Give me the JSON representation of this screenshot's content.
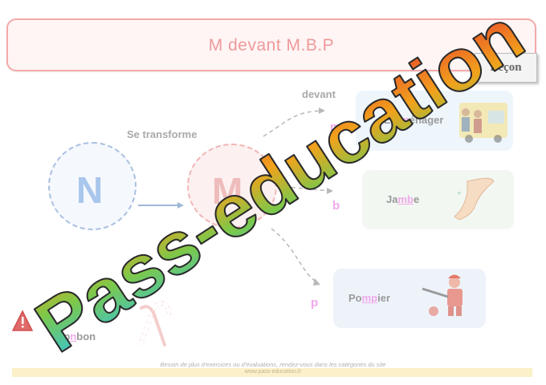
{
  "header": {
    "title": "M devant M.B.P",
    "badge": "Leçon"
  },
  "diagram": {
    "transform_label": "Se transforme",
    "devant_label": "devant",
    "letter_n": "N",
    "letter_m": "M",
    "letters": [
      "m",
      "b",
      "p"
    ]
  },
  "examples": {
    "emmenager": {
      "pre": "E",
      "hl": "mm",
      "post": "énager"
    },
    "jambe": {
      "pre": "Ja",
      "hl": "mb",
      "post": "e"
    },
    "pompier": {
      "pre": "Po",
      "hl": "mp",
      "post": "ier"
    },
    "bonbon": {
      "pre": "Bo",
      "hl": "n",
      "post": "bon"
    }
  },
  "watermark": {
    "text": "Pass-education"
  },
  "footer": {
    "line1": "Besoin de plus d'exercices ou d'évaluations, rendez-vous dans les catégories du site",
    "line2": "www.pass-education.fr"
  },
  "colors": {
    "title": "#ee9a9a",
    "highlight": "#f0a8ea",
    "circle_n": "#a9bfe0",
    "circle_m": "#f1b6b6"
  }
}
